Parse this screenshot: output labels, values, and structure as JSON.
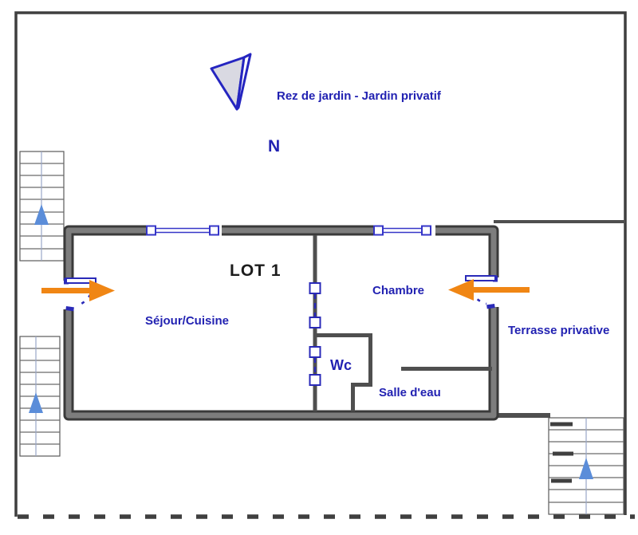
{
  "floor": {
    "title": "Rez de jardin - Jardin privatif",
    "north_label": "N",
    "lot_label": "LOT 1"
  },
  "rooms": {
    "living": "Séjour/Cuisine",
    "bedroom": "Chambre",
    "wc": "Wc",
    "shower": "Salle d'eau",
    "terrace": "Terrasse privative"
  },
  "icons": {
    "north_arrow": "compass-north-needle",
    "entry_arrows": "orange-entrance-arrows",
    "stair_arrows": "blue-up-direction-arrows"
  },
  "colors": {
    "label_blue": "#2222B2",
    "lot_text": "#1c1c1c",
    "arrow_orange": "#F08614",
    "wall_edge": "#3a3a3a",
    "wall_fill": "#7d7d7d",
    "thin_wall": "#4f4f4f",
    "opening_blue": "#2a2ab8",
    "stair_line": "#6a6a6a",
    "stair_arrow_blue": "#5B8DD9",
    "boundary": "#3f3f3f"
  }
}
